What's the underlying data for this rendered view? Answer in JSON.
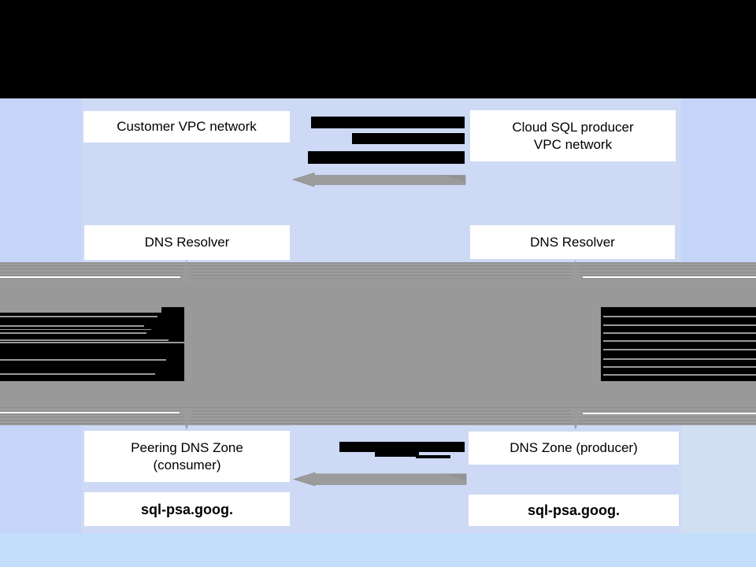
{
  "colors": {
    "banner": "#000000",
    "bg": "#c5d5fa",
    "panel": "#cdd9f5",
    "panel_br": "#d0dff2",
    "bottom_strip": "#c3defb",
    "band": "#999999",
    "stripe_dark": "#8d8d8d",
    "stripe_mid": "#9e9e9e",
    "arrow": "#9b9b9b",
    "arrow_edge": "#868686",
    "box_bg": "#ffffff",
    "text": "#000000",
    "redaction": "#000000"
  },
  "boxes": {
    "customer_vpc": {
      "label": "Customer VPC network"
    },
    "producer_vpc": {
      "line1": "Cloud SQL producer",
      "line2": "VPC network"
    },
    "resolver_left": {
      "label": "DNS Resolver"
    },
    "resolver_right": {
      "label": "DNS Resolver"
    },
    "peering_zone": {
      "line1": "Peering DNS Zone",
      "line2": "(consumer)"
    },
    "producer_zone": {
      "label": "DNS Zone (producer)"
    },
    "sql_left": {
      "label": "sql-psa.goog."
    },
    "sql_right": {
      "label": "sql-psa.goog."
    }
  }
}
